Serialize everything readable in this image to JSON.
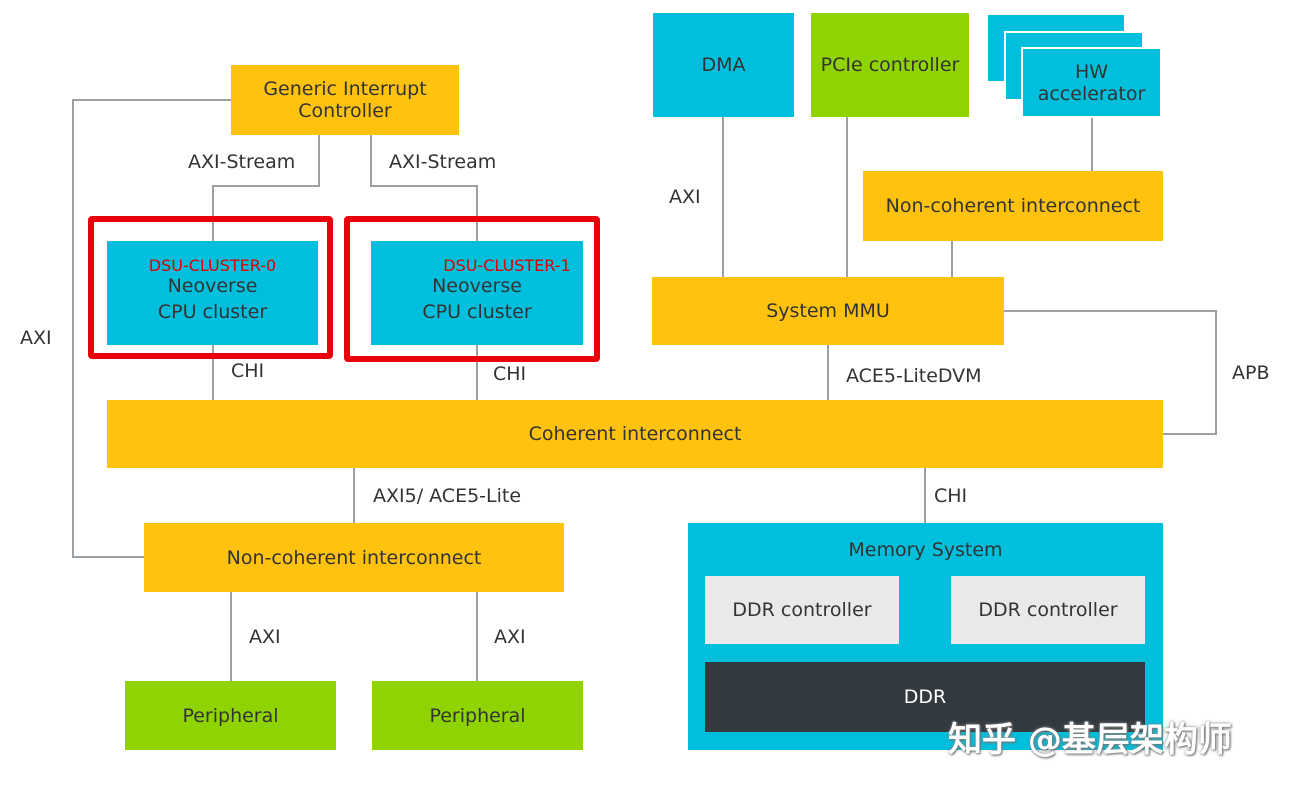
{
  "blocks": {
    "gic": "Generic Interrupt Controller",
    "gic_lines": [
      "Generic Interrupt",
      "Controller"
    ],
    "dma": "DMA",
    "pcie": "PCIe controller",
    "hw_acc_lines": [
      "HW",
      "accelerator"
    ],
    "nci_top": "Non-coherent interconnect",
    "cluster0_name": "DSU-CLUSTER-0",
    "cluster0_lines": [
      "Neoverse",
      "CPU cluster"
    ],
    "cluster1_name": "DSU-CLUSTER-1",
    "cluster1_lines": [
      "Neoverse",
      "CPU cluster"
    ],
    "smmu": "System MMU",
    "coherent": "Coherent interconnect",
    "nci_bottom": "Non-coherent interconnect",
    "memory_system": "Memory System",
    "ddr_ctrl_1": "DDR controller",
    "ddr_ctrl_2": "DDR controller",
    "ddr": "DDR",
    "periph_1": "Peripheral",
    "periph_2": "Peripheral"
  },
  "links": {
    "axi_stream_left": "AXI-Stream",
    "axi_stream_right": "AXI-Stream",
    "axi_left": "AXI",
    "axi_dma": "AXI",
    "apb": "APB",
    "chi_c0": "CHI",
    "chi_c1": "CHI",
    "ace5_litedvm": "ACE5-LiteDVM",
    "axi5_ace5_lite": "AXI5/ ACE5-Lite",
    "chi_mem": "CHI",
    "axi_p1": "AXI",
    "axi_p2": "AXI"
  },
  "watermark": "知乎 @基层架构师",
  "colors": {
    "yellow": "#ffc20e",
    "cyan": "#00bfdd",
    "green": "#8fd400",
    "grey": "#e9e9e9",
    "dark": "#323a40",
    "highlight": "#e8000a"
  }
}
